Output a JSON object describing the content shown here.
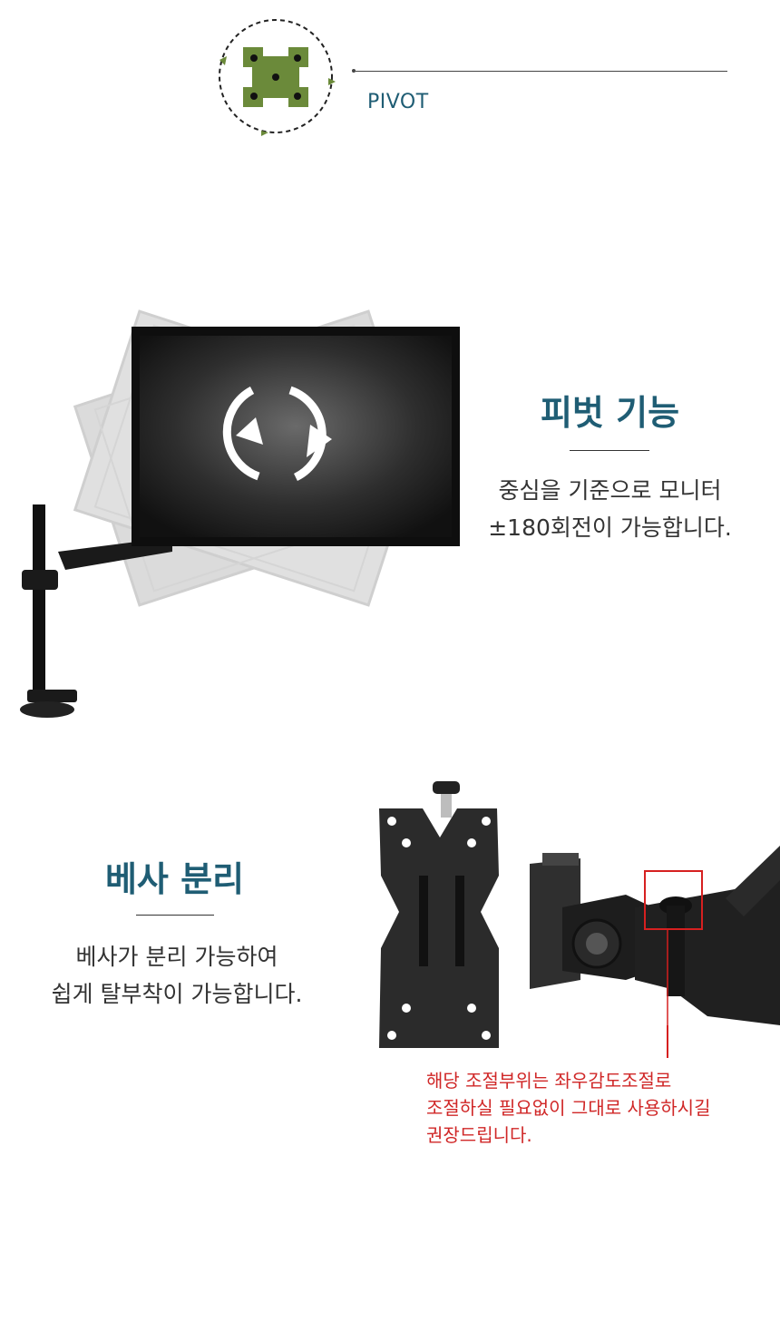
{
  "top_badge": {
    "label": "PIVOT",
    "icon": "pivot-rotation-icon",
    "accent": "#6b8a3a"
  },
  "pivot_section": {
    "title": "피벗 기능",
    "desc_line1": "중심을 기준으로 모니터",
    "desc_line2": "±180회전이 가능합니다."
  },
  "vesa_section": {
    "title": "베사 분리",
    "desc_line1": "베사가 분리 가능하여",
    "desc_line2": "쉽게 탈부착이 가능합니다."
  },
  "note": {
    "line1": "해당 조절부위는 좌우감도조절로",
    "line2": "조절하실 필요없이 그대로 사용하시길",
    "line3": "권장드립니다.",
    "color": "#d02727"
  },
  "colors": {
    "heading": "#1f5d74",
    "text": "#333333",
    "highlight_box": "#d62020"
  }
}
